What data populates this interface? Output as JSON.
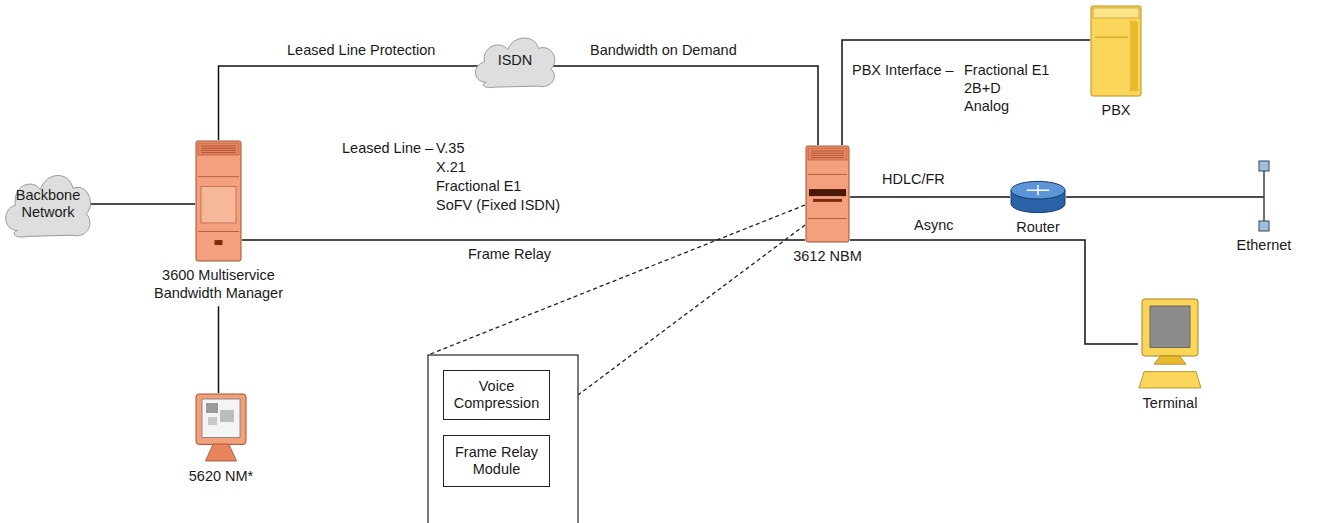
{
  "diagram": {
    "nodes": [
      {
        "text": [
          "Backbone Network"
        ]
      },
      {
        "text": [
          "ISDN"
        ]
      },
      {
        "text": [
          "3600 Multiservice Bandwidth Manager"
        ]
      },
      {
        "text": [
          "3612 NBM"
        ]
      },
      {
        "text": [
          "PBX"
        ]
      },
      {
        "text": [
          "Router"
        ]
      },
      {
        "text": [
          "Ethernet"
        ]
      },
      {
        "text": [
          "Voice Compression"
        ]
      },
      {
        "text": [
          "Frame Relay Module"
        ]
      },
      {
        "text": [
          "Terminal"
        ]
      },
      {
        "text": [
          "5620 NM*"
        ]
      }
    ],
    "edges": [
      {
        "from": 0,
        "to": 2,
        "arrow": "none"
      },
      {
        "from": 2,
        "to": 1,
        "arrow": "none",
        "label": "Leased Line Protection"
      },
      {
        "from": 1,
        "to": 3,
        "arrow": "none",
        "label": "Bandwidth on Demand"
      },
      {
        "from": 2,
        "to": 3,
        "arrow": "none",
        "label": "Frame Relay"
      },
      {
        "from": 2,
        "to": 10,
        "arrow": "none"
      },
      {
        "from": 3,
        "to": 4,
        "arrow": "none"
      },
      {
        "from": 3,
        "to": 5,
        "arrow": "none",
        "label": "HDLC/FR"
      },
      {
        "from": 5,
        "to": 6,
        "arrow": "none"
      },
      {
        "from": 3,
        "to": 9,
        "arrow": "none",
        "label": "Async"
      }
    ],
    "labels": [
      "Leased Line –",
      "V.35",
      "X.21",
      "Fractional E1",
      "SoFV (Fixed ISDN)",
      "PBX Interface –",
      "Fractional E1",
      "2B+D",
      "Analog"
    ]
  }
}
